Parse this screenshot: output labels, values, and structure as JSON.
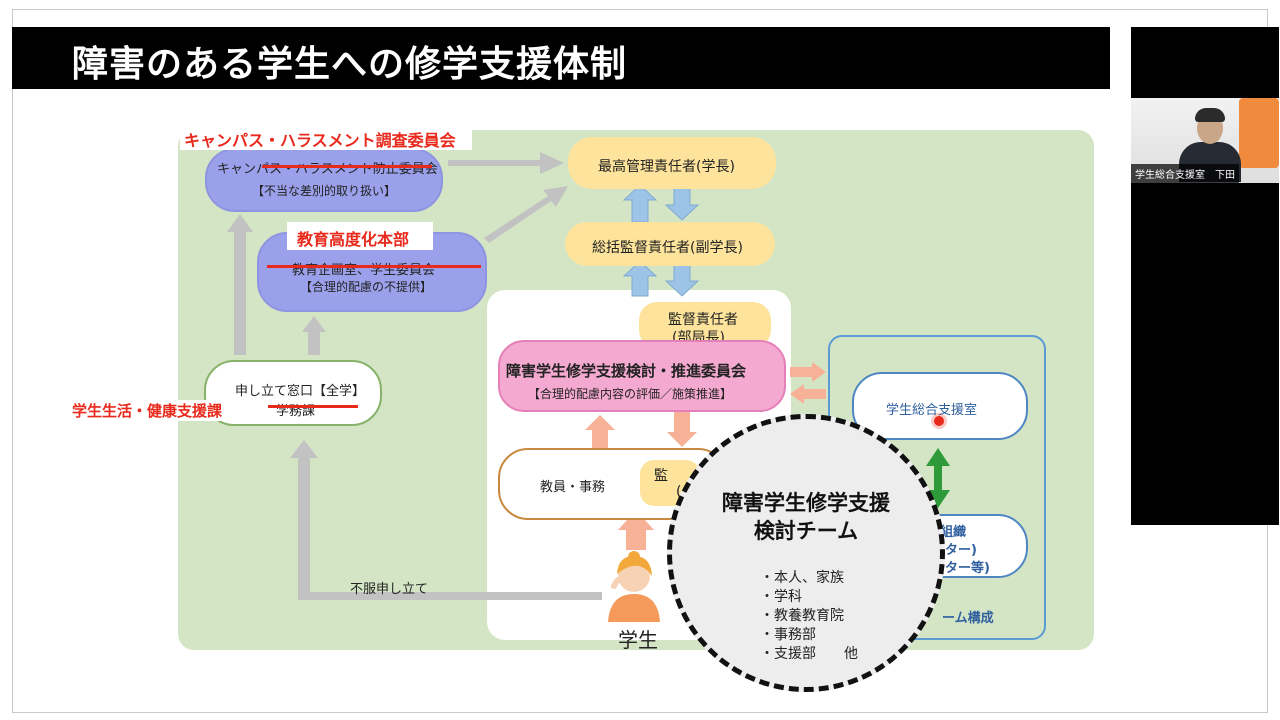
{
  "slide": {
    "title": "障害のある学生への修学支援体制"
  },
  "video": {
    "participant_name": "学生総合支援室　下田"
  },
  "diagram": {
    "harassment_new": "キャンパス・ハラスメント調査委員会",
    "harassment_old": "キャンパス・ハラスメント防止委員会",
    "harassment_role": "【不当な差別的取り扱い】",
    "edu_new": "教育高度化本部",
    "edu_old": "教育企画室、学生委員会",
    "edu_role": "【合理的配慮の不提供】",
    "president": "最高管理責任者(学長)",
    "vice_president": "総括監督責任者(副学長)",
    "supervisor_line1": "監督責任者",
    "supervisor_line2": "(部局長)",
    "committee": "障害学生修学支援検討・推進委員会",
    "committee_role": "【合理的配慮内容の評価／施策推進】",
    "window_label": "申し立て窓口【全学】",
    "window_old": "学務課",
    "window_new": "学生生活・健康支援課",
    "staff": "教員・事務",
    "staff_partial_1": "監",
    "staff_partial_2": "(",
    "support_office": "学生総合支援室",
    "org_partial_1": "組織",
    "org_partial_2": "ター)",
    "org_partial_3": "ター等)",
    "team_partial": "ーム構成",
    "appeal": "不服申し立て",
    "student": "学生"
  },
  "team_circle": {
    "title_line1": "障害学生修学支援",
    "title_line2": "検討チーム",
    "members": [
      "・本人、家族",
      "・学科",
      "・教養教育院",
      "・事務部",
      "・支援部　　他"
    ]
  }
}
